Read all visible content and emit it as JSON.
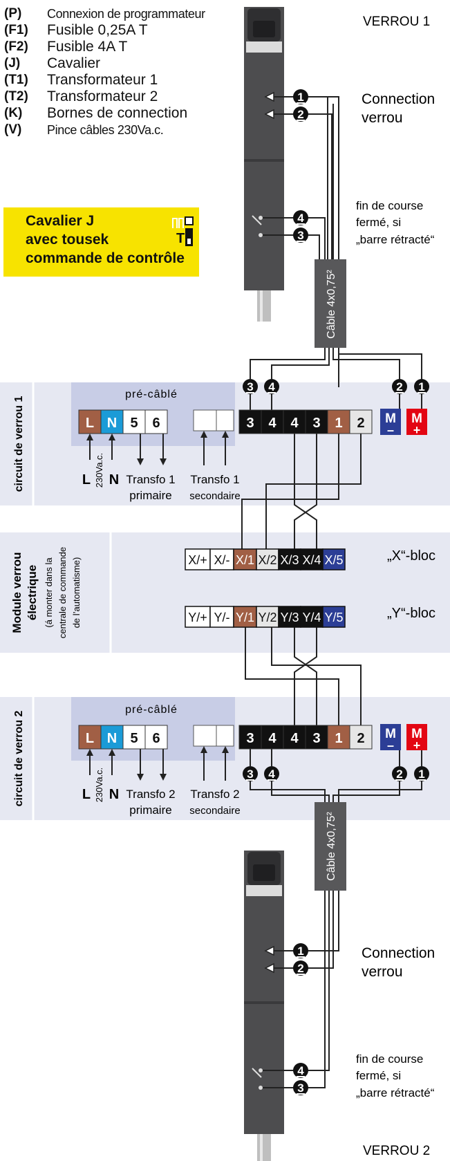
{
  "legend": [
    {
      "code": "(P)",
      "text": "Connexion de programmateur"
    },
    {
      "code": "(F1)",
      "text": "Fusible 0,25A T"
    },
    {
      "code": "(F2)",
      "text": "Fusible 4A T"
    },
    {
      "code": "(J)",
      "text": "Cavalier"
    },
    {
      "code": "(T1)",
      "text": "Transformateur 1"
    },
    {
      "code": "(T2)",
      "text": "Transformateur 2"
    },
    {
      "code": "(K)",
      "text": "Bornes de connection"
    },
    {
      "code": "(V)",
      "text": "Pince câbles 230Va.c."
    }
  ],
  "jumper": {
    "lines": [
      "Cavalier J",
      "avec tousek",
      "commande de contrôle"
    ],
    "t_label": "T"
  },
  "lock1": {
    "title": "VERROU  1",
    "connection": [
      "Connection",
      "verrou"
    ],
    "limit": [
      "fin de course",
      "fermé, si",
      "„barre rétracté“"
    ]
  },
  "lock2": {
    "title": "VERROU 2",
    "connection": [
      "Connection",
      "verrou"
    ],
    "limit": [
      "fin de course",
      "fermé, si",
      "„barre rétracté“"
    ]
  },
  "cable": {
    "label": "Câble 4x0,75²"
  },
  "circuit1": {
    "side_label": "circuit de verrou 1",
    "prewired": "pré-câblé",
    "power": [
      {
        "text": "L",
        "color": "#a15f45"
      },
      {
        "text": "N",
        "color": "#1b9bd7"
      },
      {
        "text": "5",
        "color": "#ffffff"
      },
      {
        "text": "6",
        "color": "#ffffff"
      }
    ],
    "terminals": [
      "3",
      "4",
      "4",
      "3",
      "1",
      "2"
    ],
    "voltage": "230Va.c.",
    "l_label": "L",
    "n_label": "N",
    "transfo_primary": [
      "Transfo 1",
      "primaire"
    ],
    "transfo_secondary": [
      "Transfo 1",
      "secondaire"
    ]
  },
  "circuit2": {
    "side_label": "circuit de verrou 2",
    "prewired": "pré-câblé",
    "power": [
      {
        "text": "L",
        "color": "#a15f45"
      },
      {
        "text": "N",
        "color": "#1b9bd7"
      },
      {
        "text": "5",
        "color": "#ffffff"
      },
      {
        "text": "6",
        "color": "#ffffff"
      }
    ],
    "terminals": [
      "3",
      "4",
      "4",
      "3",
      "1",
      "2"
    ],
    "voltage": "230Va.c.",
    "l_label": "L",
    "n_label": "N",
    "transfo_primary": [
      "Transfo 2",
      "primaire"
    ],
    "transfo_secondary": [
      "Transfo 2",
      "secondaire"
    ]
  },
  "polarity": {
    "minus": "M",
    "plus": "M",
    "minus_sign": "–",
    "plus_sign": "+"
  },
  "module": {
    "side_title": [
      "Module verrou",
      "électrique"
    ],
    "side_sub": [
      "(á monter dans la",
      "centrale de commande",
      "de l’automatisme)"
    ],
    "x_block": {
      "cells": [
        "X/+",
        "X/-",
        "X/1",
        "X/2",
        "X/3",
        "X/4",
        "X/5"
      ],
      "label": "„X“-bloc"
    },
    "y_block": {
      "cells": [
        "Y/+",
        "Y/-",
        "Y/1",
        "Y/2",
        "Y/3",
        "Y/4",
        "Y/5"
      ],
      "label": "„Y“-bloc"
    }
  },
  "markers": [
    "1",
    "2",
    "3",
    "4"
  ],
  "colors": {
    "band": "#e6e8f2",
    "prewired": "#c8cde6",
    "brown": "#a15f45",
    "blue": "#1b9bd7",
    "red": "#e30613",
    "navy": "#2c3e96",
    "cable": "#58585a",
    "rod": "#4d4d4f",
    "yellow": "#f7e300"
  }
}
